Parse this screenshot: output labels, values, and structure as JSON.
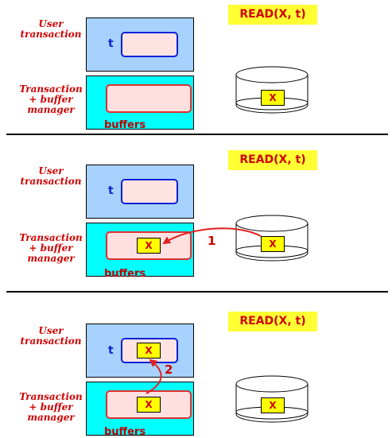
{
  "labels": {
    "user_transaction": "User transaction",
    "tx_buffer_manager": "Transaction + buffer manager",
    "buffers": "buffers",
    "t": "t",
    "x": "X"
  },
  "panels": [
    {
      "read": "READ(X, t)",
      "user_has_x": false,
      "buffer_has_x": false,
      "step": ""
    },
    {
      "read": "READ(X, t)",
      "user_has_x": false,
      "buffer_has_x": true,
      "step": "1"
    },
    {
      "read": "READ(X, t)",
      "user_has_x": true,
      "buffer_has_x": true,
      "step": "2"
    }
  ],
  "colors": {
    "user_area": "#a7d2ff",
    "buffer_area": "#00ffff",
    "highlight": "#ffff00",
    "accent": "#d00000",
    "variable": "#1020d8"
  }
}
